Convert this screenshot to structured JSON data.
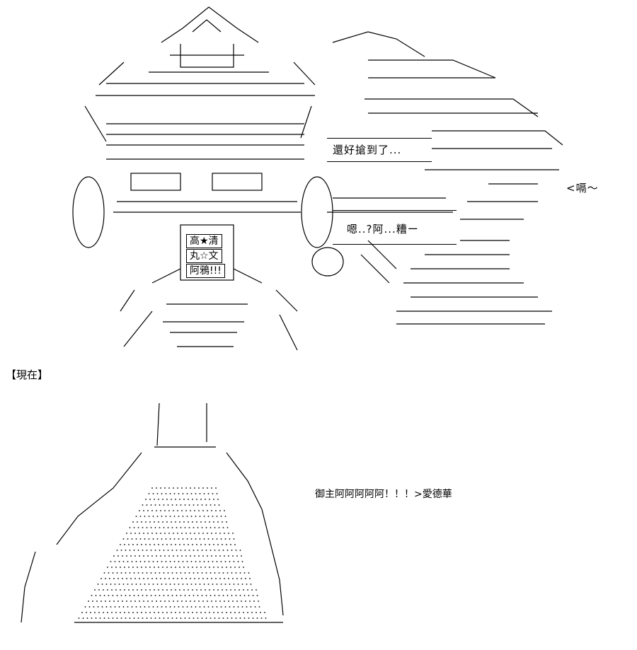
{
  "colors": {
    "background": "#ffffff",
    "ink": "#000000"
  },
  "upper_scene": {
    "bubble_right_top": "還好搶到了...",
    "bubble_right_mid": "嗯..?阿...糟ー",
    "right_edge_sound": "<嗝～",
    "sign_line_1": "高★清",
    "sign_line_2": "丸☆文",
    "sign_line_3": "阿鴉!!!"
  },
  "lower_scene": {
    "time_label": "【現在】",
    "shout": "御主阿阿阿阿阿！！！>愛德華"
  }
}
